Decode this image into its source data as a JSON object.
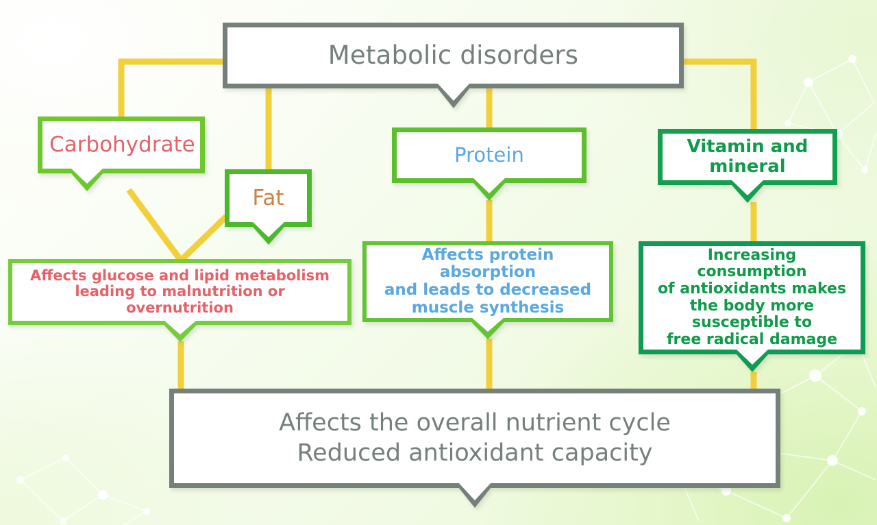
{
  "palette": {
    "gray_border": "#76807a",
    "gray_text": "#76807a",
    "green_bright": "#6fc72e",
    "green_mid": "#4cb82b",
    "green_dark": "#0f9b54",
    "yellow_connector": "#f2d03c",
    "red_text": "#e4636a",
    "orange_text": "#cc8243",
    "blue_text": "#5aa8e0",
    "dark_green_text": "#0f9b4a",
    "box_fill": "#ffffff",
    "background_green": "#e6f7cc"
  },
  "diagram": {
    "type": "flowchart",
    "title": "Metabolic disorders impact on nutrient cycle",
    "root": {
      "id": "metabolic-disorders",
      "label": "Metabolic disorders"
    },
    "categories": [
      {
        "id": "carbohydrate",
        "label": "Carbohydrate"
      },
      {
        "id": "fat",
        "label": "Fat"
      },
      {
        "id": "protein",
        "label": "Protein"
      },
      {
        "id": "vitamin-mineral",
        "label": "Vitamin and\nmineral"
      }
    ],
    "effects": [
      {
        "id": "carb-fat-effect",
        "label": "Affects glucose and lipid metabolism\nleading to malnutrition or overnutrition",
        "sources": [
          "carbohydrate",
          "fat"
        ]
      },
      {
        "id": "protein-effect",
        "label": "Affects protein absorption\nand leads to decreased\nmuscle synthesis",
        "sources": [
          "protein"
        ]
      },
      {
        "id": "vitamin-effect",
        "label": "Increasing consumption\nof antioxidants makes\nthe body more\nsusceptible to\nfree radical damage",
        "sources": [
          "vitamin-mineral"
        ]
      }
    ],
    "outcome": {
      "id": "overall-outcome",
      "label": "Affects the overall nutrient cycle\nReduced antioxidant capacity"
    }
  }
}
